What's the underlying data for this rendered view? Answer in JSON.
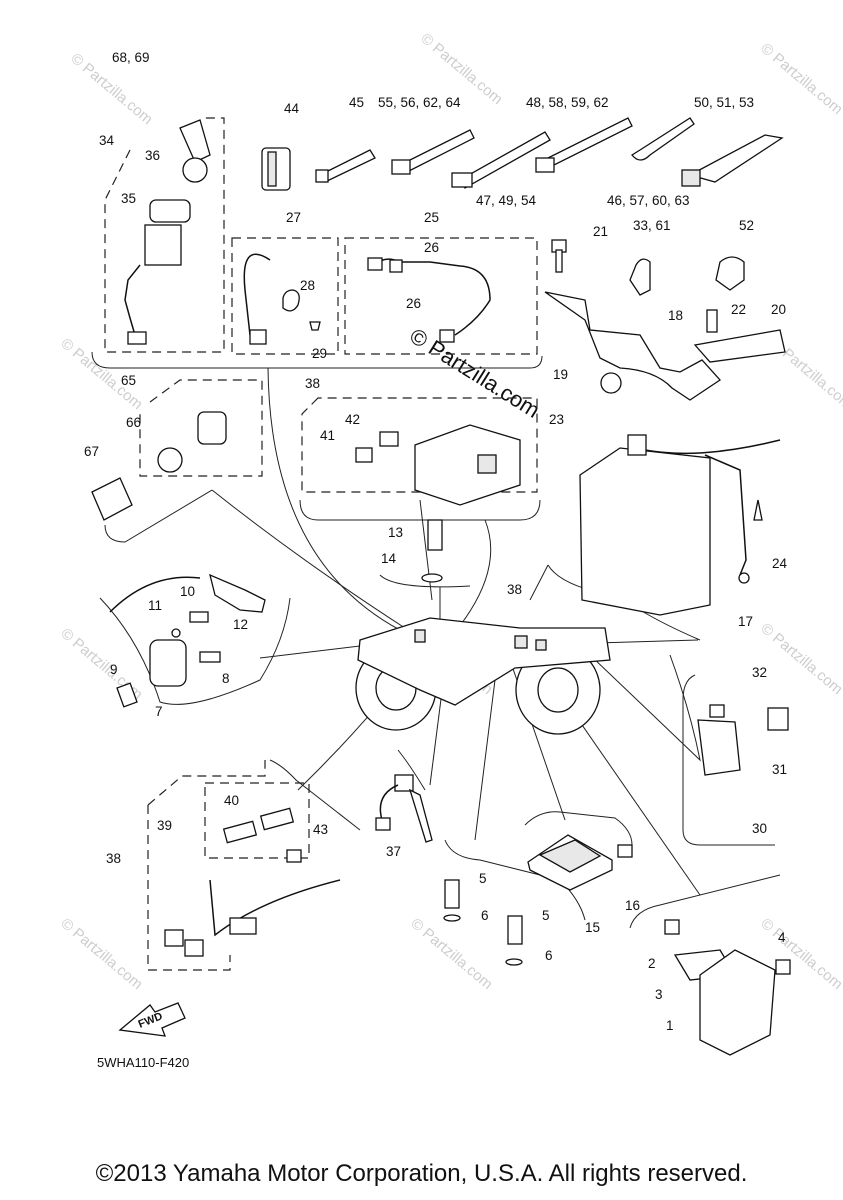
{
  "diagram": {
    "code": "5WHA110-F420",
    "fwd_label": "FWD",
    "watermark": "© Partzilla.com",
    "watermark_small": "© Partzilla.com",
    "copyright": "©2013 Yamaha Motor Corporation, U.S.A. All rights reserved.",
    "callouts": {
      "c6869": "68, 69",
      "c34": "34",
      "c36": "36",
      "c35": "35",
      "c44": "44",
      "c45": "45",
      "c55": "55, 56, 62, 64",
      "c48": "48, 58, 59, 62",
      "c50": "50, 51, 53",
      "c47": "47, 49, 54",
      "c46": "46, 57, 60, 63",
      "c27": "27",
      "c28": "28",
      "c29": "29",
      "c25": "25",
      "c26a": "26",
      "c26b": "26",
      "c3361": "33, 61",
      "c52": "52",
      "c21": "21",
      "c18": "18",
      "c22": "22",
      "c20": "20",
      "c19": "19",
      "c65": "65",
      "c66": "66",
      "c67": "67",
      "c38a": "38",
      "c42": "42",
      "c41": "41",
      "c23": "23",
      "c13": "13",
      "c14": "14",
      "c24": "24",
      "c38b": "38",
      "c17": "17",
      "c10": "10",
      "c11": "11",
      "c12": "12",
      "c9": "9",
      "c7": "7",
      "c8": "8",
      "c32": "32",
      "c31": "31",
      "c30": "30",
      "c40": "40",
      "c39": "39",
      "c43": "43",
      "c38c": "38",
      "c37": "37",
      "c5a": "5",
      "c6a": "6",
      "c5b": "5",
      "c6b": "6",
      "c15": "15",
      "c16": "16",
      "c2": "2",
      "c4": "4",
      "c3": "3",
      "c1": "1"
    }
  }
}
